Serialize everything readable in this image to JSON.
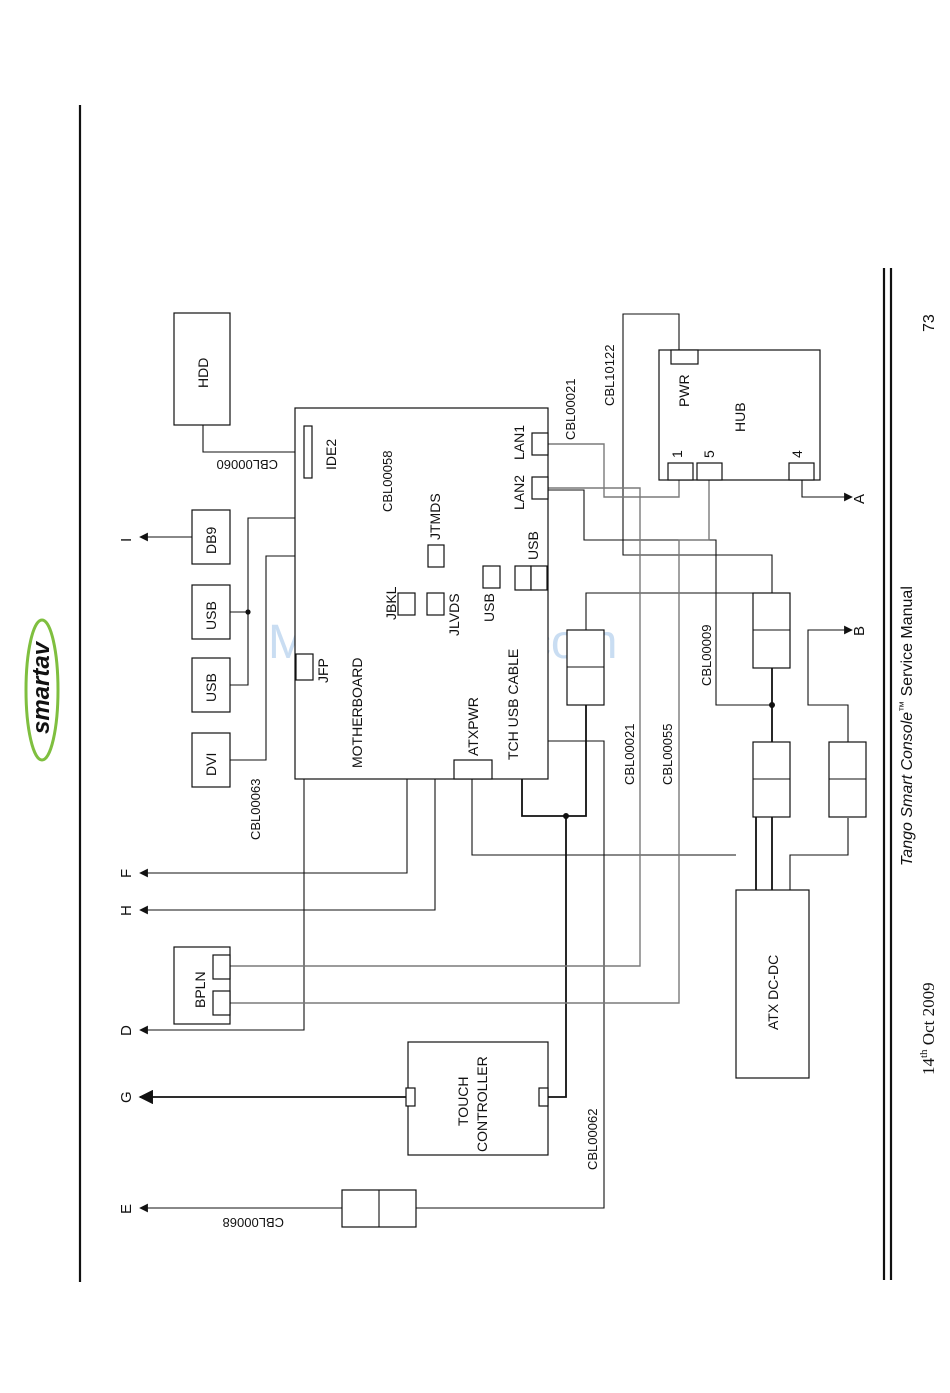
{
  "footer": {
    "date_day": "14",
    "date_sup": "th",
    "date_rest": " Oct 2009",
    "product_italic": "Tango Smart Console",
    "trademark": "™",
    "manual": " Service Manual",
    "page_number": "73"
  },
  "logo": {
    "text": "smartav"
  },
  "watermark": "ManualsLib.com",
  "diagram": {
    "boxes": {
      "hdd": "HDD",
      "db9": "DB9",
      "usb1": "USB",
      "usb2": "USB",
      "dvi": "DVI",
      "bpln": "BPLN",
      "touch_line1": "TOUCH",
      "touch_line2": "CONTROLLER",
      "atx": "ATX DC-DC",
      "hub": "HUB"
    },
    "motherboard": {
      "title": "MOTHERBOARD",
      "ide2": "IDE2",
      "jtmds": "JTMDS",
      "jbkl": "JBKL",
      "jlvds": "JLVDS",
      "usb_internal": "USB",
      "jfp": "JFP",
      "atxpwr": "ATXPWR",
      "tch_usb_cable": "TCH USB CABLE",
      "lan2": "LAN2",
      "lan1": "LAN1",
      "usb_edge": "USB"
    },
    "hub_ports": {
      "pwr": "PWR",
      "p1": "1",
      "p5": "5",
      "p4": "4"
    },
    "cables": {
      "c0060": "CBL00060",
      "c0058": "CBL00058",
      "c0063": "CBL00063",
      "c0021a": "CBL00021",
      "c10122": "CBL10122",
      "c0009": "CBL00009",
      "c0021b": "CBL00021",
      "c0055": "CBL00055",
      "c0062": "CBL00062",
      "c0068": "CBL00068"
    },
    "arrows": {
      "a": "A",
      "b": "B",
      "i": "I",
      "f": "F",
      "h": "H",
      "d": "D",
      "g": "G",
      "e": "E"
    }
  }
}
